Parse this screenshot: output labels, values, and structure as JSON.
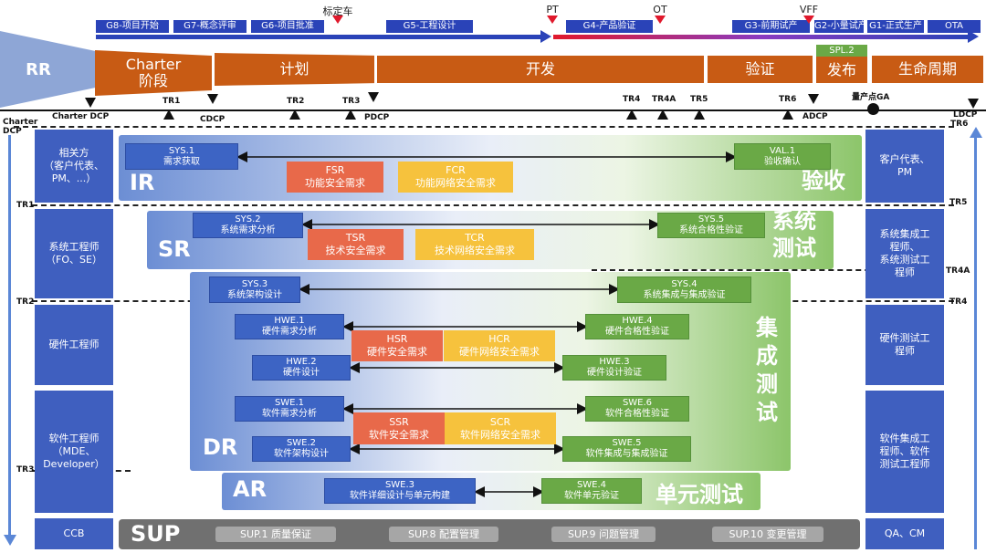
{
  "gates": [
    {
      "label": "G8-项目开始"
    },
    {
      "label": "G7-概念评审"
    },
    {
      "label": "G6-项目批准"
    },
    {
      "label": "G5-工程设计"
    },
    {
      "label": "G4-产品验证"
    },
    {
      "label": "G3-前期试产"
    },
    {
      "label": "G2-小量试产"
    },
    {
      "label": "G1-正式生产"
    },
    {
      "label": "OTA"
    }
  ],
  "markers": [
    {
      "label": "标定车"
    },
    {
      "label": "PT"
    },
    {
      "label": "OT"
    },
    {
      "label": "VFF"
    }
  ],
  "spl": "SPL.2",
  "phases": {
    "rr": "RR",
    "charter": "Charter\n阶段",
    "plan": "计划",
    "dev": "开发",
    "verify": "验证",
    "release": "发布",
    "life": "生命周期"
  },
  "timeline": {
    "charter_dcp": "Charter DCP",
    "charter_dcp_left": "Charter\nDCP",
    "tr1": "TR1",
    "cdcp": "CDCP",
    "tr2": "TR2",
    "tr3": "TR3",
    "pdcp": "PDCP",
    "tr4": "TR4",
    "tr4a": "TR4A",
    "tr5": "TR5",
    "tr6": "TR6",
    "adcp": "ADCP",
    "ga": "量产点GA",
    "ldcp": "LDCP"
  },
  "side_tr": {
    "tr1": "TR1",
    "tr2": "TR2",
    "tr3": "TR3",
    "tr5": "TR5",
    "tr4a": "TR4A",
    "tr4": "TR4",
    "tr6": "TR6"
  },
  "roles_left": [
    "相关方\n（客户代表、\nPM、...）",
    "系统工程师\n（FO、SE）",
    "硬件工程师",
    "软件工程师\n（MDE、\nDeveloper）",
    "CCB"
  ],
  "roles_right": [
    "客户代表、\nPM",
    "系统集成工\n程师、\n系统测试工\n程师",
    "硬件测试工\n程师",
    "软件集成工\n程师、软件\n测试工程师",
    "QA、CM"
  ],
  "levels": {
    "ir": "IR",
    "sr": "SR",
    "dr": "DR",
    "ar": "AR",
    "sup": "SUP",
    "accept": "验收",
    "sys_test": "系统\n测试",
    "integ": "集\n成\n测\n试",
    "unit": "单元测试"
  },
  "boxes": {
    "sys1": [
      "SYS.1",
      "需求获取"
    ],
    "val1": [
      "VAL.1",
      "验收确认"
    ],
    "fsr": [
      "FSR",
      "功能安全需求"
    ],
    "fcr": [
      "FCR",
      "功能网络安全需求"
    ],
    "sys2": [
      "SYS.2",
      "系统需求分析"
    ],
    "sys5": [
      "SYS.5",
      "系统合格性验证"
    ],
    "tsr": [
      "TSR",
      "技术安全需求"
    ],
    "tcr": [
      "TCR",
      "技术网络安全需求"
    ],
    "sys3": [
      "SYS.3",
      "系统架构设计"
    ],
    "sys4": [
      "SYS.4",
      "系统集成与集成验证"
    ],
    "hwe1": [
      "HWE.1",
      "硬件需求分析"
    ],
    "hwe4": [
      "HWE.4",
      "硬件合格性验证"
    ],
    "hsr": [
      "HSR",
      "硬件安全需求"
    ],
    "hcr": [
      "HCR",
      "硬件网络安全需求"
    ],
    "hwe2": [
      "HWE.2",
      "硬件设计"
    ],
    "hwe3": [
      "HWE.3",
      "硬件设计验证"
    ],
    "swe1": [
      "SWE.1",
      "软件需求分析"
    ],
    "swe6": [
      "SWE.6",
      "软件合格性验证"
    ],
    "ssr": [
      "SSR",
      "软件安全需求"
    ],
    "scr": [
      "SCR",
      "软件网络安全需求"
    ],
    "swe2": [
      "SWE.2",
      "软件架构设计"
    ],
    "swe5": [
      "SWE.5",
      "软件集成与集成验证"
    ],
    "swe3": [
      "SWE.3",
      "软件详细设计与单元构建"
    ],
    "swe4": [
      "SWE.4",
      "软件单元验证"
    ]
  },
  "sup_items": [
    "SUP.1 质量保证",
    "SUP.8 配置管理",
    "SUP.9 问题管理",
    "SUP.10 变更管理"
  ]
}
